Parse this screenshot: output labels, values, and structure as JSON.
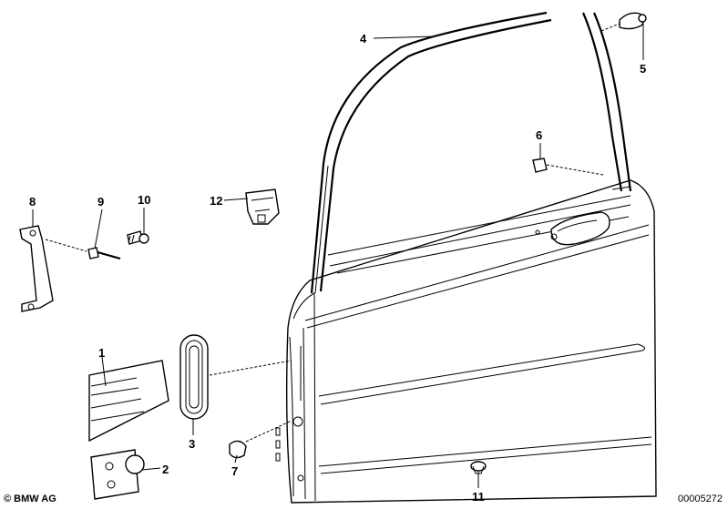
{
  "diagram": {
    "part_numbers": {
      "p1": "1",
      "p2": "2",
      "p3": "3",
      "p4": "4",
      "p5": "5",
      "p6": "6",
      "p7": "7",
      "p8": "8",
      "p9": "9",
      "p10": "10",
      "p11": "11",
      "p12": "12"
    }
  },
  "footer": {
    "copyright": "© BMW AG",
    "document_number": "00005272"
  }
}
